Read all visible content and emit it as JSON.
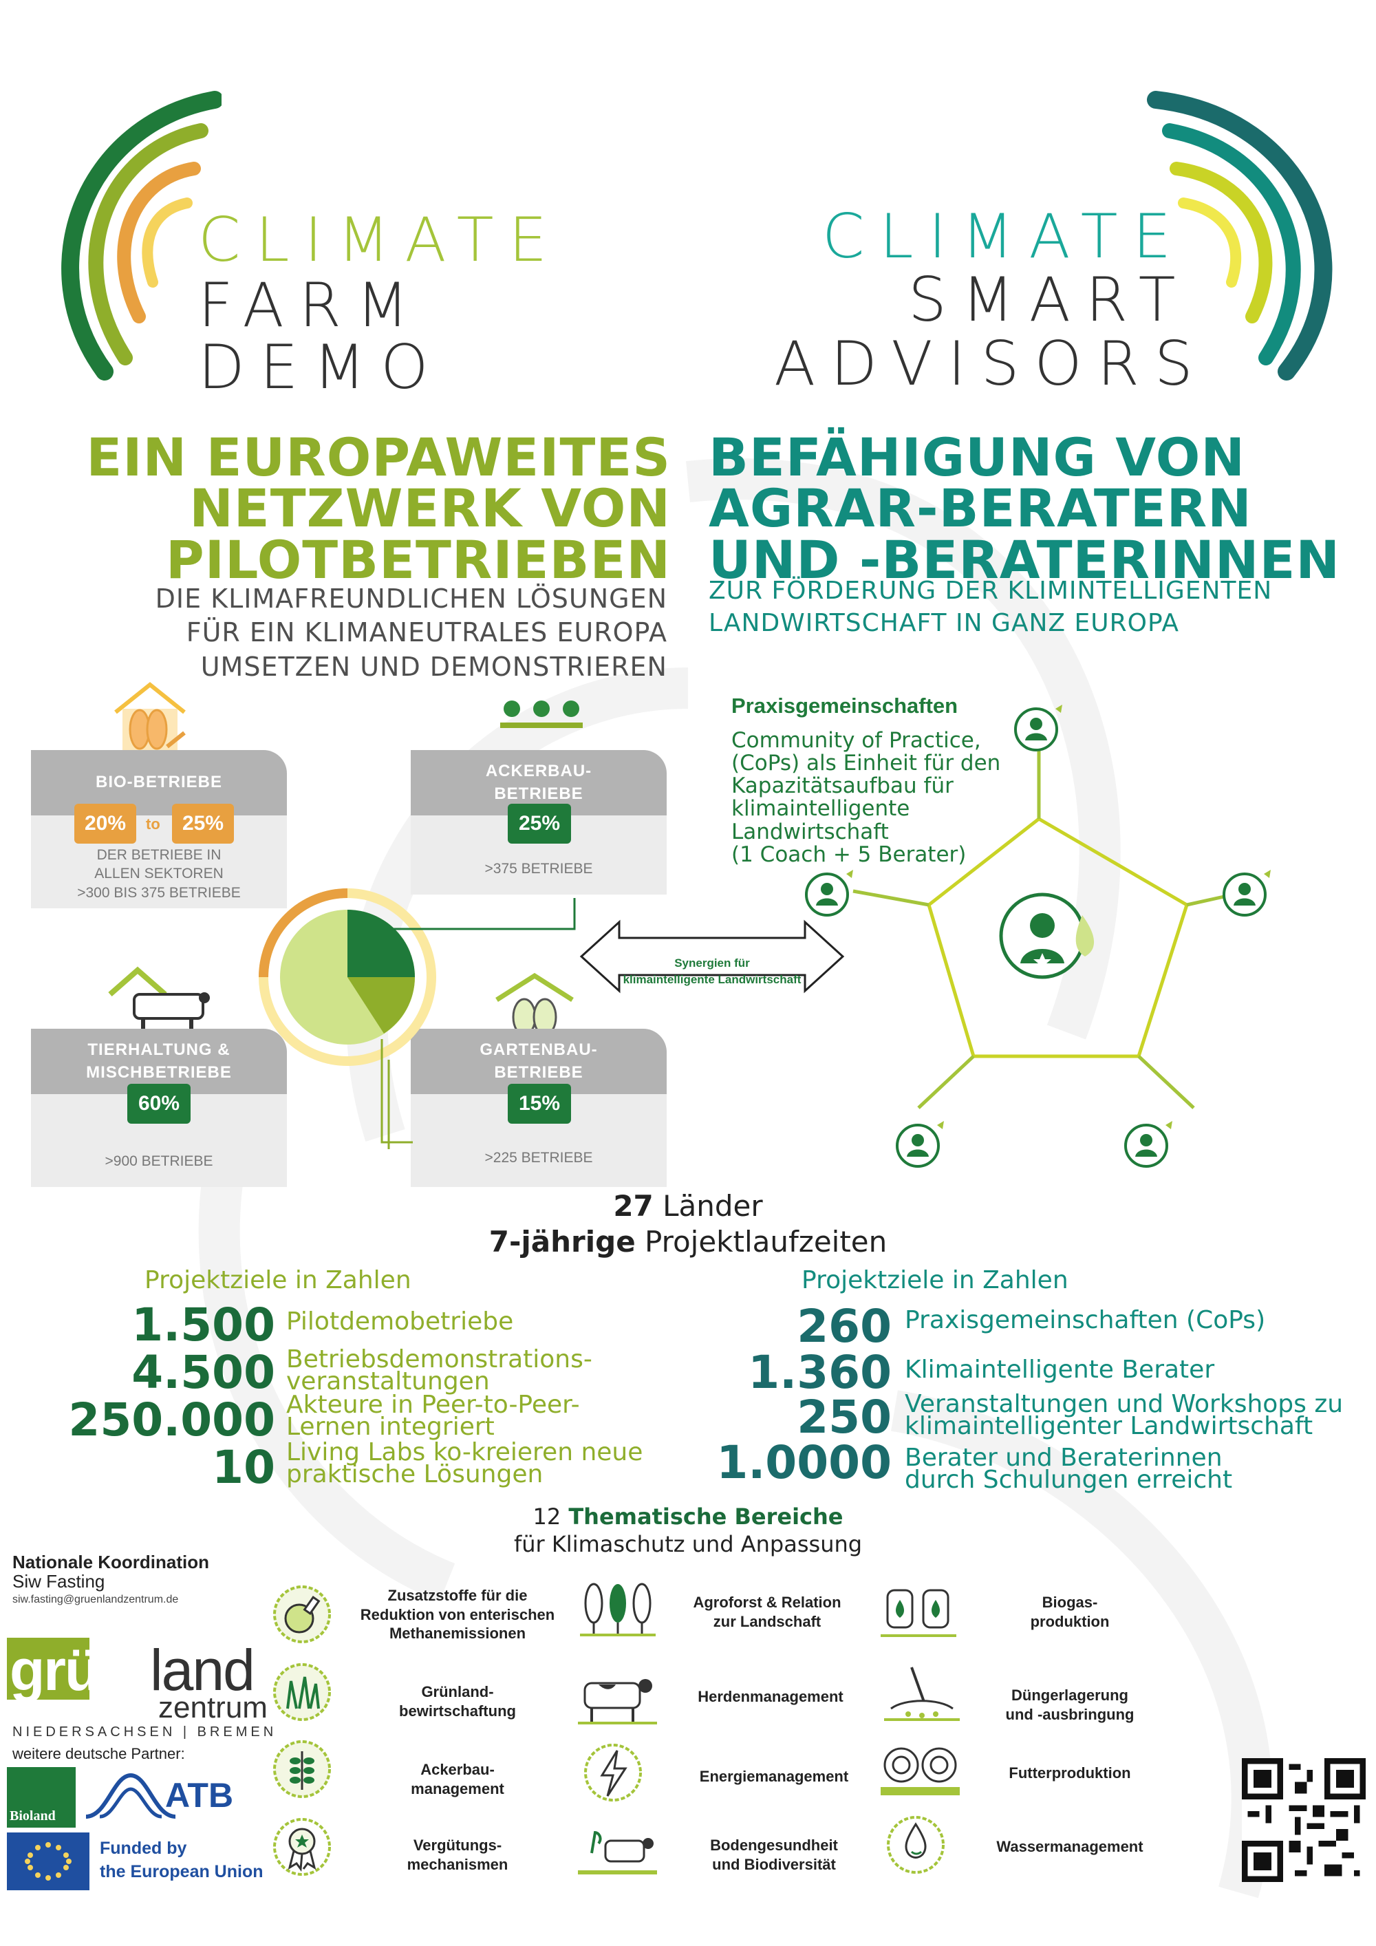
{
  "colors": {
    "green": "#8fae2b",
    "teal": "#128c7e",
    "darkgreen": "#1b6b3a",
    "orange": "#e8a040",
    "yellow": "#f5d35c"
  },
  "logo_left": {
    "line1": "CLIMATE",
    "line2": "FARM",
    "line3": "DEMO"
  },
  "logo_right": {
    "line1": "CLIMATE",
    "line2": "SMART",
    "line3": "ADVISORS"
  },
  "left_title": {
    "line1": "EIN EUROPAWEITES",
    "line2": "NETZWERK VON",
    "line3": "PILOTBETRIEBEN"
  },
  "left_sub": {
    "line1": "DIE KLIMAFREUNDLICHEN LÖSUNGEN",
    "line2": "FÜR EIN KLIMANEUTRALES EUROPA",
    "line3": "UMSETZEN UND DEMONSTRIEREN"
  },
  "right_title": {
    "line1": "BEFÄHIGUNG VON",
    "line2": "AGRAR-BERATERN",
    "line3": "UND -BERATERINNEN"
  },
  "right_sub": {
    "line1": "ZUR FÖRDERUNG DER KLIMINTELLIGENTEN",
    "line2": "LANDWIRTSCHAFT IN GANZ EUROPA"
  },
  "cards": {
    "bio": {
      "title": "BIO-BETRIEBE",
      "pct_from": "20%",
      "to": "to",
      "pct_to": "25%",
      "desc1": "DER BETRIEBE IN",
      "desc2": "ALLEN SEKTOREN",
      "desc3": ">300 BIS 375 BETRIEBE"
    },
    "acker": {
      "title1": "ACKERBAU-",
      "title2": "BETRIEBE",
      "pct": "25%",
      "desc": ">375 BETRIEBE"
    },
    "tier": {
      "title1": "TIERHALTUNG &",
      "title2": "MISCHBETRIEBE",
      "pct": "60%",
      "desc": ">900 BETRIEBE"
    },
    "garten": {
      "title1": "GARTENBAU-",
      "title2": "BETRIEBE",
      "pct": "15%",
      "desc": ">225 BETRIEBE"
    }
  },
  "synergy": {
    "line1": "Synergien für",
    "line2": "klimaintelligente Landwirtschaft"
  },
  "cop": {
    "title": "Praxisgemeinschaften",
    "l1": "Community of Practice,",
    "l2": "(CoPs) als Einheit für den",
    "l3": "Kapazitätsaufbau für",
    "l4": "klimaintelligente",
    "l5": "Landwirtschaft",
    "l6": "(1 Coach + 5 Berater)"
  },
  "center": {
    "countries_num": "27",
    "countries_lbl": " Länder",
    "years_num": "7-jährige",
    "years_lbl": " Projektlaufzeiten"
  },
  "left_goals": {
    "heading": "Projektziele in Zahlen",
    "items": [
      {
        "num": "1.500",
        "l1": "Pilotdemobetriebe",
        "l2": ""
      },
      {
        "num": "4.500",
        "l1": "Betriebsdemonstrations-",
        "l2": "veranstaltungen"
      },
      {
        "num": "250.000",
        "l1": "Akteure in Peer-to-Peer-",
        "l2": "Lernen integriert"
      },
      {
        "num": "10",
        "l1": "Living Labs ko-kreieren neue",
        "l2": "praktische Lösungen"
      }
    ]
  },
  "right_goals": {
    "heading": "Projektziele in Zahlen",
    "items": [
      {
        "num": "260",
        "l1": "Praxisgemeinschaften (CoPs)",
        "l2": ""
      },
      {
        "num": "1.360",
        "l1": "Klimaintelligente Berater",
        "l2": ""
      },
      {
        "num": "250",
        "l1": "Veranstaltungen und Workshops zu",
        "l2": "klimaintelligenter Landwirtschaft"
      },
      {
        "num": "1.0000",
        "l1": "Berater und Beraterinnen",
        "l2": "durch Schulungen erreicht"
      }
    ]
  },
  "themes_heading": {
    "num": "12",
    "bold": " Thematische Bereiche",
    "line2": "für Klimaschutz und Anpassung"
  },
  "themes": [
    {
      "l1": "Zusatzstoffe für die",
      "l2": "Reduktion von enterischen",
      "l3": "Methanemissionen",
      "icon": "flask-icon"
    },
    {
      "l1": "Agroforst & Relation",
      "l2": "zur Landschaft",
      "l3": "",
      "icon": "trees-icon"
    },
    {
      "l1": "Biogas-",
      "l2": "produktion",
      "l3": "",
      "icon": "biogas-icon"
    },
    {
      "l1": "Grünland-",
      "l2": "bewirtschaftung",
      "l3": "",
      "icon": "grass-icon"
    },
    {
      "l1": "Herdenmanagement",
      "l2": "",
      "l3": "",
      "icon": "cow-icon"
    },
    {
      "l1": "Düngerlagerung",
      "l2": "und -ausbringung",
      "l3": "",
      "icon": "fertilizer-icon"
    },
    {
      "l1": "Ackerbau-",
      "l2": "management",
      "l3": "",
      "icon": "wheat-icon"
    },
    {
      "l1": "Energiemanagement",
      "l2": "",
      "l3": "",
      "icon": "energy-icon"
    },
    {
      "l1": "Futterproduktion",
      "l2": "",
      "l3": "",
      "icon": "hay-bale-icon"
    },
    {
      "l1": "Vergütungs-",
      "l2": "mechanismen",
      "l3": "",
      "icon": "award-icon"
    },
    {
      "l1": "Bodengesundheit",
      "l2": "und Biodiversität",
      "l3": "",
      "icon": "soil-icon"
    },
    {
      "l1": "Wassermanagement",
      "l2": "",
      "l3": "",
      "icon": "water-drop-icon"
    }
  ],
  "coordination": {
    "title": "Nationale Koordination",
    "name": "Siw Fasting",
    "email": "siw.fasting@gruenlandzentrum.de",
    "logo_a": "grün",
    "logo_b": "land",
    "logo_c": "zentrum",
    "region": "NIEDERSACHSEN | BREMEN",
    "partners": "weitere deutsche Partner:"
  },
  "partner_logos": {
    "bioland": "Bioland",
    "atb": "ATB"
  },
  "eu": {
    "l1": "Funded by",
    "l2": "the European Union"
  }
}
